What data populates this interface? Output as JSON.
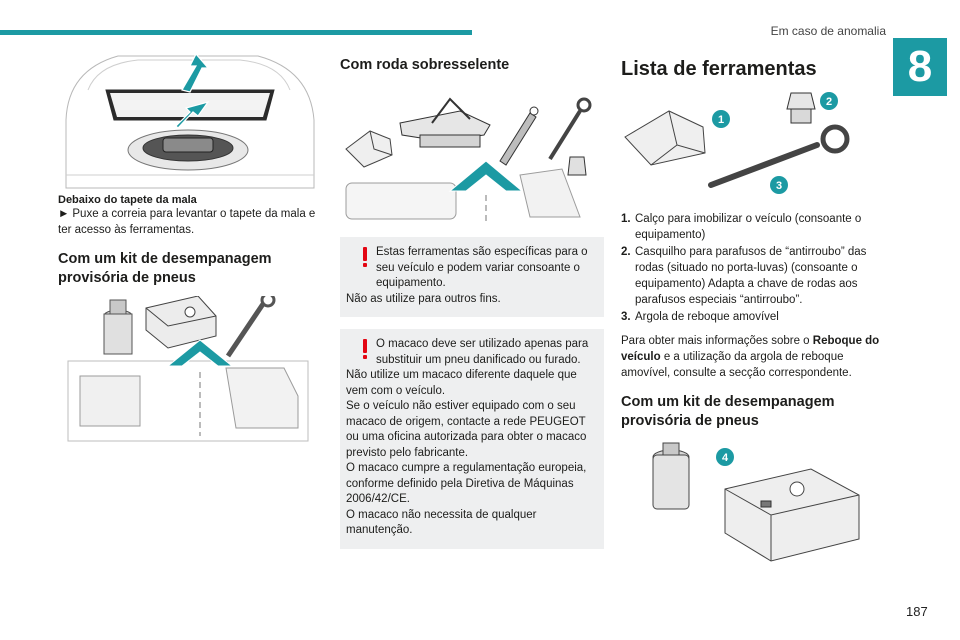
{
  "header": {
    "section_title": "Em caso de anomalia",
    "chapter_number": "8",
    "accent_color": "#1c9aa3"
  },
  "left_column": {
    "caption_title": "Debaixo do tapete da mala",
    "caption_marker": "►",
    "caption_text": "Puxe a correia para levantar o tapete da mala e ter acesso às ferramentas.",
    "heading": "Com um kit de desempanagem provisória de pneus"
  },
  "middle_column": {
    "heading": "Com roda sobresselente",
    "warning1": {
      "first": "Estas ferramentas são específicas para o seu veículo e podem variar consoante o equipamento.",
      "lines": [
        "Não as utilize para outros fins."
      ]
    },
    "warning2": {
      "first": "O macaco deve ser utilizado apenas para substituir um pneu danificado ou furado.",
      "lines": [
        "Não utilize um macaco diferente daquele que vem com o veículo.",
        "Se o veículo não estiver equipado com o seu macaco de origem, contacte a rede PEUGEOT ou uma oficina autorizada para obter o macaco previsto pelo fabricante.",
        "O macaco cumpre a regulamentação europeia, conforme definido pela Diretiva de Máquinas 2006/42/CE.",
        "O macaco não necessita de qualquer manutenção."
      ]
    },
    "warning_color": "#e30613"
  },
  "right_column": {
    "heading": "Lista de ferramentas",
    "callouts": [
      "1",
      "2",
      "3",
      "4"
    ],
    "items": [
      {
        "num": "1.",
        "text": "Calço para imobilizar o veículo (consoante o equipamento)"
      },
      {
        "num": "2.",
        "text": "Casquilho para parafusos de “antirroubo” das rodas (situado no porta-luvas) (consoante o equipamento) Adapta a chave de rodas aos parafusos especiais “antirroubo”."
      },
      {
        "num": "3.",
        "text": "Argola de reboque amovível"
      }
    ],
    "info_prefix": "Para obter mais informações sobre o ",
    "info_bold": "Reboque do veículo",
    "info_suffix": " e a utilização da argola de reboque amovível, consulte a secção correspondente.",
    "heading2": "Com um kit de desempanagem provisória de pneus"
  },
  "footer": {
    "page_number": "187"
  }
}
